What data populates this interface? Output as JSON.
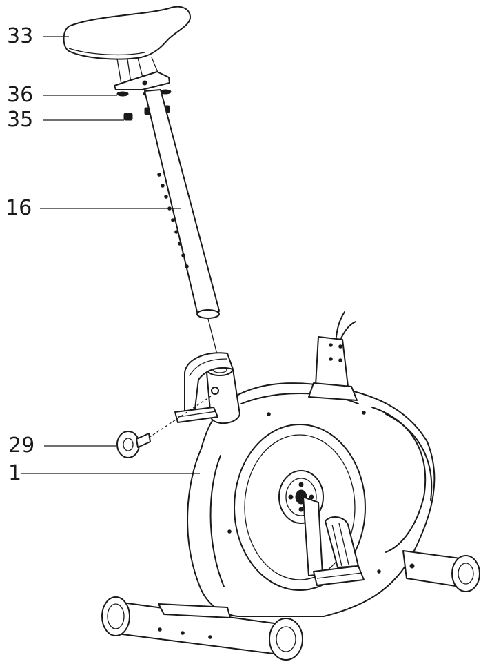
{
  "callouts": [
    {
      "id": "seat",
      "label": "33"
    },
    {
      "id": "washer",
      "label": "36"
    },
    {
      "id": "nut",
      "label": "35"
    },
    {
      "id": "seat-post",
      "label": "16"
    },
    {
      "id": "knob",
      "label": "29"
    },
    {
      "id": "frame",
      "label": "1"
    }
  ],
  "colors": {
    "line": "#1a1a1a",
    "background": "#ffffff"
  }
}
